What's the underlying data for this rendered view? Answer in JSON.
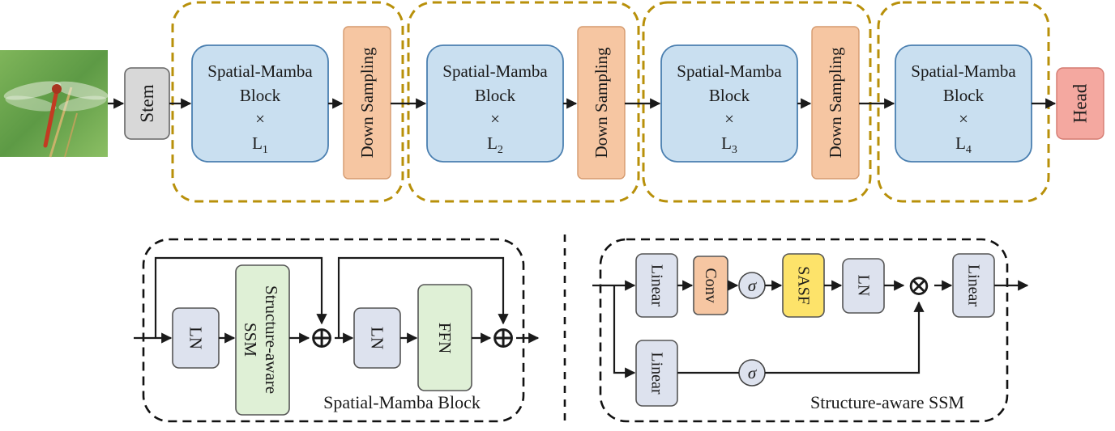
{
  "top_pipeline": {
    "stem_label": "Stem",
    "stages": [
      {
        "line1": "Spatial-Mamba",
        "line2": "Block",
        "times": "×",
        "depth_symbol": "L",
        "depth_sub": "1",
        "down_label": "Down Sampling"
      },
      {
        "line1": "Spatial-Mamba",
        "line2": "Block",
        "times": "×",
        "depth_symbol": "L",
        "depth_sub": "2",
        "down_label": "Down Sampling"
      },
      {
        "line1": "Spatial-Mamba",
        "line2": "Block",
        "times": "×",
        "depth_symbol": "L",
        "depth_sub": "3",
        "down_label": "Down Sampling"
      },
      {
        "line1": "Spatial-Mamba",
        "line2": "Block",
        "times": "×",
        "depth_symbol": "L",
        "depth_sub": "4"
      }
    ],
    "head_label": "Head"
  },
  "spatial_mamba_block": {
    "title": "Spatial-Mamba Block",
    "ln1": "LN",
    "ssm_line1": "Structure-aware",
    "ssm_line2": "SSM",
    "plus": "⊕",
    "ln2": "LN",
    "ffn": "FFN"
  },
  "structure_aware_ssm": {
    "title": "Structure-aware SSM",
    "linear_top": "Linear",
    "conv": "Conv",
    "sigma": "σ",
    "sasf": "SASF",
    "ln": "LN",
    "multiply": "⊗",
    "linear_out": "Linear",
    "linear_bottom": "Linear"
  },
  "colors": {
    "stage_block": "#c9dff0",
    "stage_block_border": "#4a7fb0",
    "down_sampling": "#f6c6a2",
    "stem": "#d8d8d8",
    "head": "#f4a8a0",
    "ln_box": "#dde2ee",
    "ssm_box": "#dff0d6",
    "conv_box": "#f6c6a2",
    "sasf_box": "#fde36a",
    "gold_dash": "#b8900a"
  }
}
